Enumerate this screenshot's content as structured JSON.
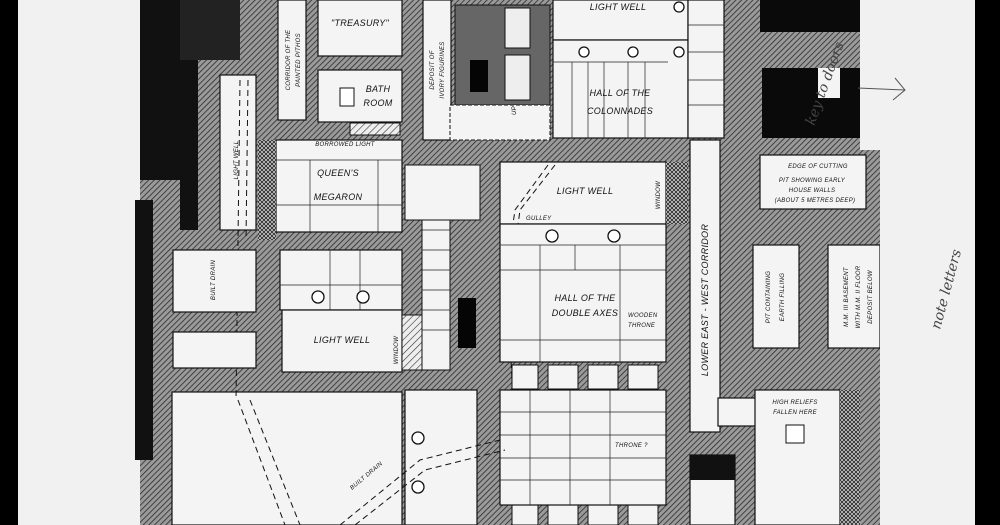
{
  "plan": {
    "labels": {
      "treasury": "\"TREASURY\"",
      "corridor_painted_pithos_1": "CORRIDOR OF THE",
      "corridor_painted_pithos_2": "PAINTED PITHOS",
      "bath_room_1": "BATH",
      "bath_room_2": "ROOM",
      "deposit_1": "DEPOSIT OF",
      "deposit_2": "IVORY FIGURINES",
      "light_well_top": "LIGHT WELL",
      "hall_colonnades_1": "HALL OF THE",
      "hall_colonnades_2": "COLONNADES",
      "borrowed_light": "BORROWED LIGHT",
      "queens_megaron_1": "QUEEN'S",
      "queens_megaron_2": "MEGARON",
      "light_well_left": "LIGHT WELL",
      "light_well_middle": "LIGHT WELL",
      "gulley": "GULLEY",
      "window_1": "WINDOW",
      "window_2": "WINDOW",
      "built_drain_1": "BUILT DRAIN",
      "built_drain_2": "BUILT DRAIN",
      "light_well_lower": "LIGHT WELL",
      "hall_double_axes_1": "HALL OF THE",
      "hall_double_axes_2": "DOUBLE AXES",
      "wooden_throne_1": "WOODEN",
      "wooden_throne_2": "THRONE",
      "throne": "THRONE ?",
      "corridor": "LOWER EAST - WEST CORRIDOR",
      "edge_of_cutting": "EDGE OF CUTTING",
      "pit_early_1": "PIT SHOWING EARLY",
      "pit_early_2": "HOUSE WALLS",
      "pit_early_3": "(ABOUT 5 METRES DEEP)",
      "pit_earth_1": "PIT CONTAINING",
      "pit_earth_2": "EARTH FILLING",
      "basement_1": "M.M. III BASEMENT",
      "basement_2": "WITH M.M. II FLOOR",
      "basement_3": "DEPOSIT BELOW",
      "high_reliefs_1": "HIGH RELIEFS",
      "high_reliefs_2": "FALLEN HERE",
      "up": "UP"
    },
    "handwritten": {
      "note_box": "key to doors",
      "margin_note": "note letters"
    }
  }
}
